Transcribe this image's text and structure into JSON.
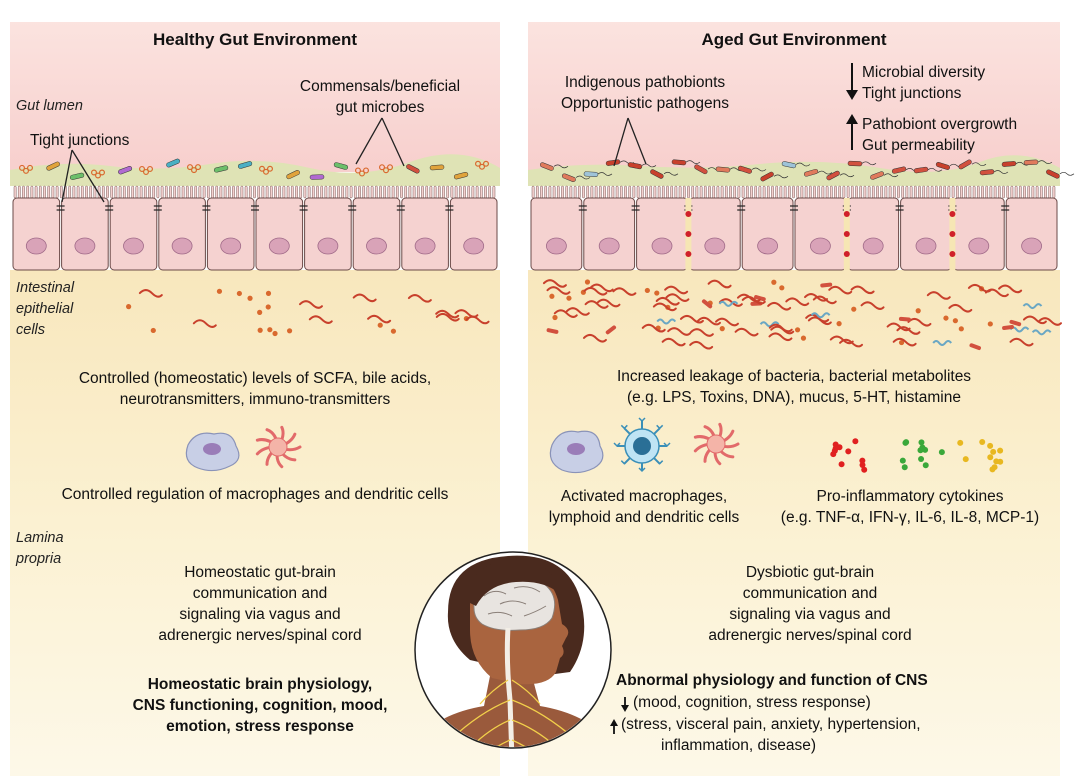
{
  "healthy": {
    "title": "Healthy Gut Environment",
    "gut_lumen_label": "Gut lumen",
    "tight_junctions_label": "Tight junctions",
    "commensals_label_line1": "Commensals/beneficial",
    "commensals_label_line2": "gut microbes",
    "epithelial_label_line1": "Intestinal",
    "epithelial_label_line2": "epithelial",
    "epithelial_label_line3": "cells",
    "metabolites_line1": "Controlled (homeostatic) levels of SCFA, bile acids,",
    "metabolites_line2": "neurotransmitters, immuno-transmitters",
    "immune_regulation": "Controlled regulation of macrophages and dendritic cells",
    "lamina_label_line1": "Lamina",
    "lamina_label_line2": "propria",
    "communication_line1": "Homeostatic gut-brain",
    "communication_line2": "communication and",
    "communication_line3": "signaling via vagus and",
    "communication_line4": "adrenergic nerves/spinal cord",
    "brain_line1": "Homeostatic brain physiology,",
    "brain_line2": "CNS functioning, cognition, mood,",
    "brain_line3": "emotion, stress response"
  },
  "aged": {
    "title": "Aged Gut Environment",
    "pathobionts_line1": "Indigenous pathobionts",
    "pathobionts_line2": "Opportunistic pathogens",
    "decrease_line1": "Microbial diversity",
    "decrease_line2": "Tight junctions",
    "increase_line1": "Pathobiont overgrowth",
    "increase_line2": "Gut permeability",
    "leakage_line1": "Increased leakage of bacteria, bacterial metabolites",
    "leakage_line2": "(e.g. LPS, Toxins, DNA), mucus, 5-HT, histamine",
    "activated_line1": "Activated macrophages,",
    "activated_line2": "lymphoid and dendritic cells",
    "cytokines_line1": "Pro-inflammatory cytokines",
    "cytokines_line2": "(e.g. TNF-α, IFN-γ, IL-6, IL-8, MCP-1)",
    "communication_line1": "Dysbiotic gut-brain",
    "communication_line2": "communication and",
    "communication_line3": "signaling via vagus and",
    "communication_line4": "adrenergic nerves/spinal cord",
    "cns_title": "Abnormal physiology and function of CNS",
    "cns_down": "(mood, cognition, stress response)",
    "cns_up_line1": "(stress, visceral pain, anxiety, hypertension,",
    "cns_up_line2": "inflammation, disease)"
  },
  "colors": {
    "lumen_pink": "#f9d8d6",
    "mucus_green": "#dfe3b5",
    "cell_pink": "#f5d2d0",
    "nucleus": "#d9a3b8",
    "cream": "#fbf1cc",
    "bacteria_red": "#c8402c",
    "bacteria_orange": "#d9692e"
  }
}
